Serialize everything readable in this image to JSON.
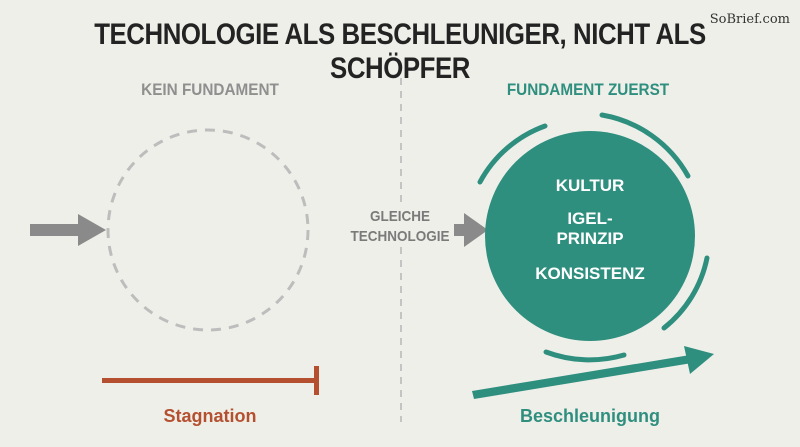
{
  "title": "TECHNOLOGIE ALS BESCHLEUNIGER, NICHT ALS SCHÖPFER",
  "watermark": "SoBrief.com",
  "left_panel": {
    "heading": "KEIN FUNDAMENT",
    "outcome": "Stagnation"
  },
  "center": {
    "line1": "GLEICHE",
    "line2": "TECHNOLOGIE"
  },
  "right_panel": {
    "heading": "FUNDAMENT ZUERST",
    "items": [
      "KULTUR",
      "IGEL-",
      "PRINZIP",
      "KONSISTENZ"
    ],
    "outcome": "Beschleunigung"
  },
  "colors": {
    "teal": "#2f8f7f",
    "gray": "#8f8f8f",
    "rust": "#b4502f",
    "dashed": "#bdbdbd"
  }
}
